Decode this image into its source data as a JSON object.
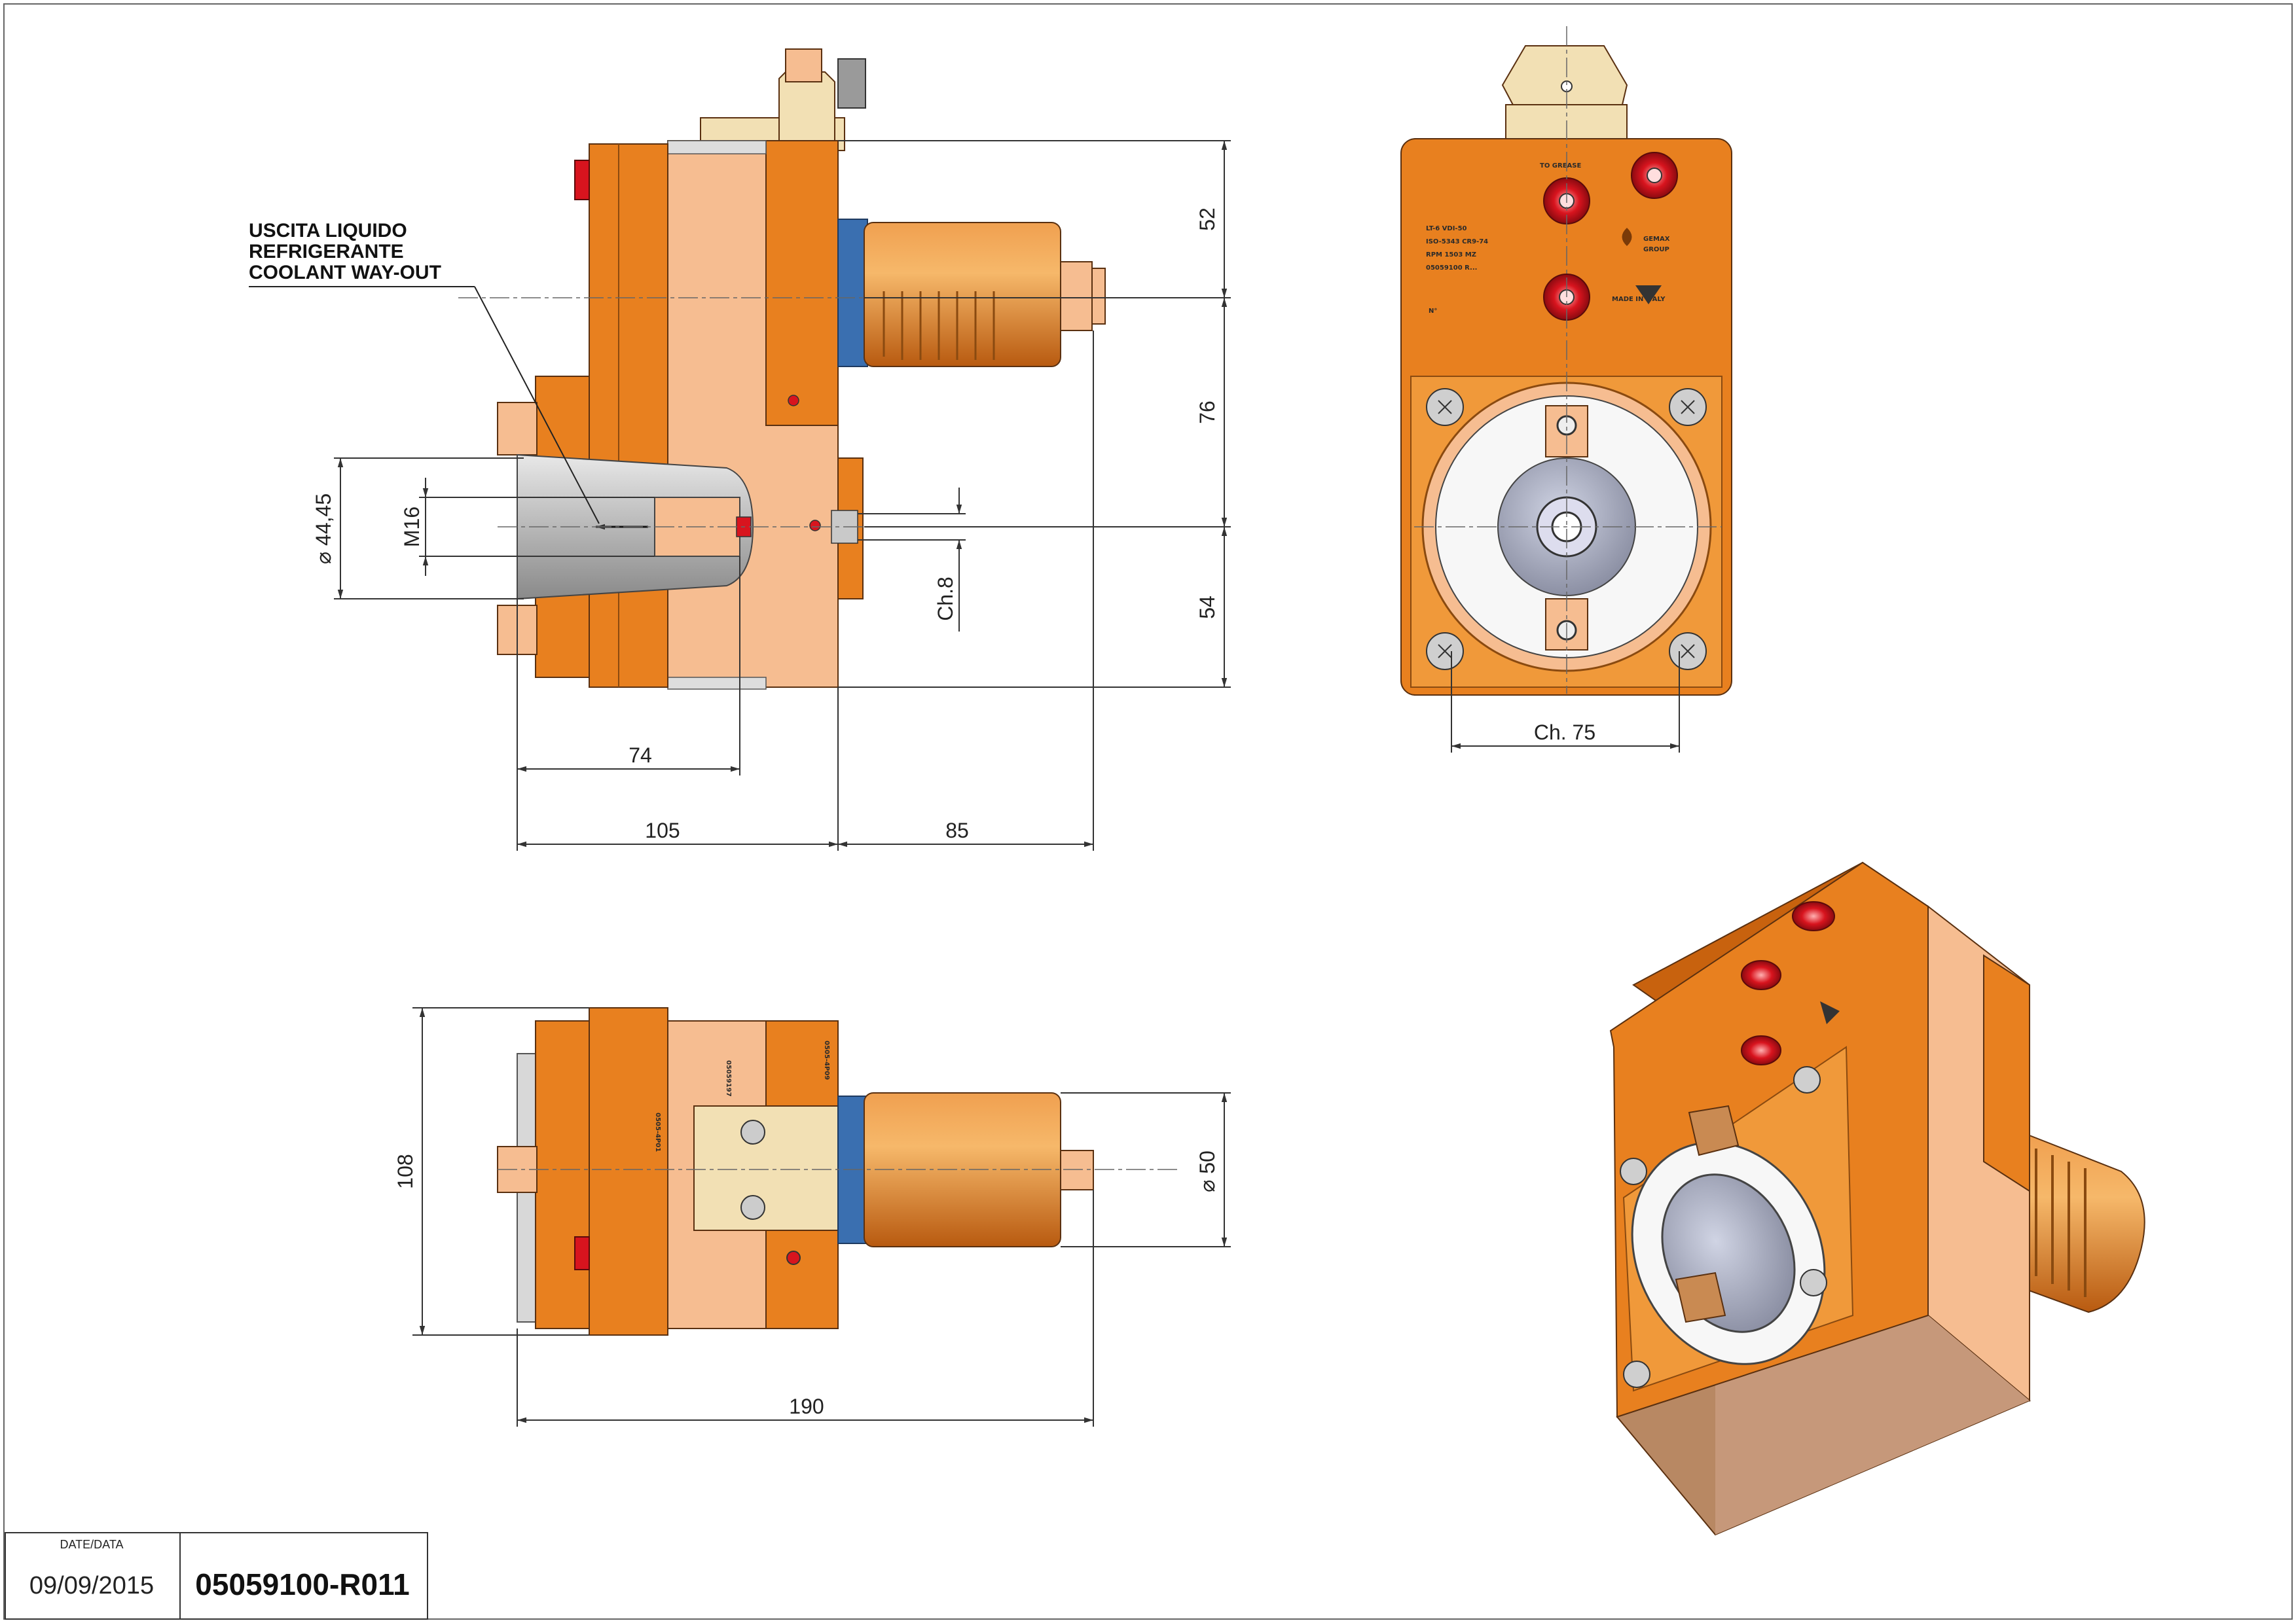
{
  "notes": {
    "coolant_line1": "USCITA LIQUIDO",
    "coolant_line2": "REFRIGERANTE",
    "coolant_line3": "COOLANT WAY-OUT"
  },
  "dimensions": {
    "d52": "52",
    "d76": "76",
    "d54": "54",
    "d74": "74",
    "d105": "105",
    "d85": "85",
    "dia4445": "⌀ 44,45",
    "m16": "M16",
    "ch8": "Ch.8",
    "ch75": "Ch. 75",
    "d108": "108",
    "dia50": "⌀ 50",
    "d190": "190"
  },
  "front_plate": {
    "to_grease": "TO GREASE",
    "line1": "LT-6 VDI-50",
    "line2": "ISO-5343 CR9-74",
    "line3": "RPM 1503 MZ",
    "line4": "05059100 R...",
    "number": "N°",
    "brand": "GEMAX",
    "group": "GROUP",
    "made_in": "MADE IN ITALY"
  },
  "side_labels": {
    "label_a": "0505-4P01",
    "label_b": "05059197",
    "label_c": "0505-4P09"
  },
  "title_block": {
    "date_label": "DATE/DATA",
    "date": "09/09/2015",
    "code": "05059100-R011"
  },
  "colors": {
    "orange": "#e8801f",
    "orange_dark": "#c8620e",
    "salmon": "#f6bd91",
    "cream": "#f2e0b4",
    "red": "#d8141e"
  }
}
